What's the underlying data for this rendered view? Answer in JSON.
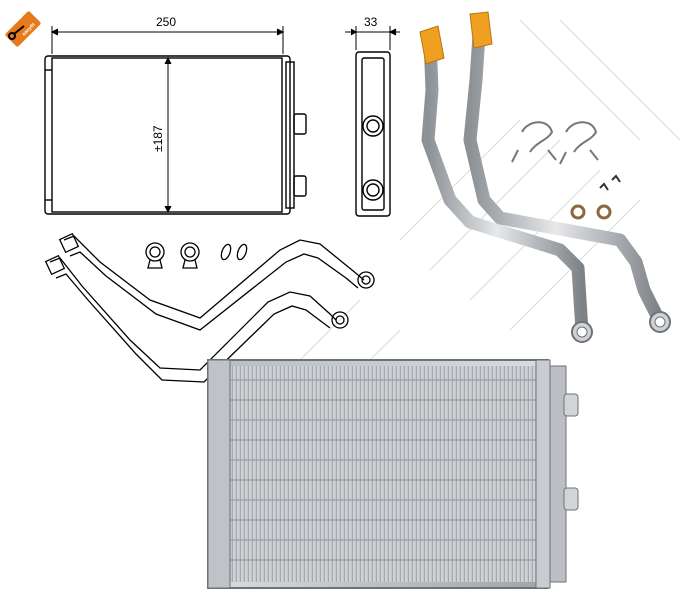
{
  "brand": {
    "badge_text": "easyfit",
    "badge_color": "#e87a1e",
    "watermark_color": "#d9d9d9"
  },
  "drawing": {
    "width_label": "250",
    "depth_label": "33",
    "height_label": "±187"
  },
  "icons": [
    "wrench-icon"
  ],
  "colors": {
    "line": "#000000",
    "aluminium": "#c8ccd0",
    "pipe_cap": "#f0a020"
  }
}
